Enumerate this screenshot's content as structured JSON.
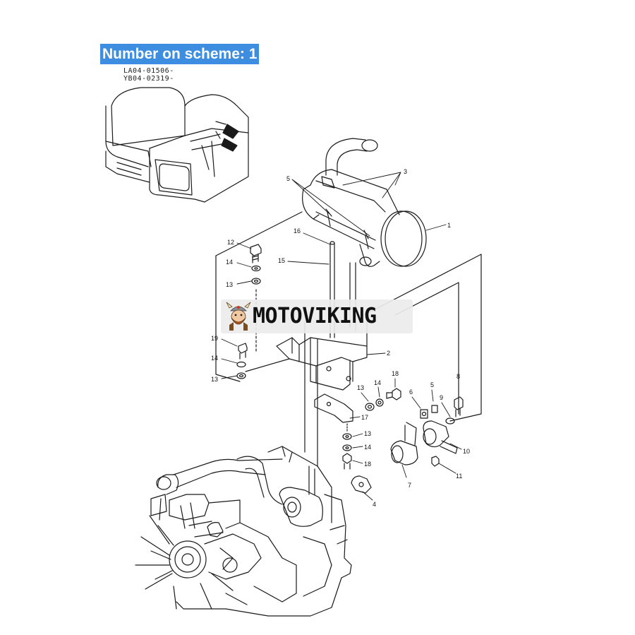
{
  "header": {
    "banner": "Number on scheme: 1",
    "serials": [
      "LA04-01506-",
      "YB04-02319-"
    ]
  },
  "callouts": [
    {
      "id": "c3",
      "text": "3"
    },
    {
      "id": "c5top",
      "text": "5"
    },
    {
      "id": "c1",
      "text": "1"
    },
    {
      "id": "c16",
      "text": "16"
    },
    {
      "id": "c12",
      "text": "12"
    },
    {
      "id": "c15",
      "text": "15"
    },
    {
      "id": "c14a",
      "text": "14"
    },
    {
      "id": "c13a",
      "text": "13"
    },
    {
      "id": "c19",
      "text": "19"
    },
    {
      "id": "c14b",
      "text": "14"
    },
    {
      "id": "c13b",
      "text": "13"
    },
    {
      "id": "c2",
      "text": "2"
    },
    {
      "id": "c18a",
      "text": "18"
    },
    {
      "id": "c13c",
      "text": "13"
    },
    {
      "id": "c14c",
      "text": "14"
    },
    {
      "id": "c8",
      "text": "8"
    },
    {
      "id": "c5b",
      "text": "5"
    },
    {
      "id": "c6",
      "text": "6"
    },
    {
      "id": "c9",
      "text": "9"
    },
    {
      "id": "c17",
      "text": "17"
    },
    {
      "id": "c13d",
      "text": "13"
    },
    {
      "id": "c14d",
      "text": "14"
    },
    {
      "id": "c18b",
      "text": "18"
    },
    {
      "id": "c10",
      "text": "10"
    },
    {
      "id": "c7",
      "text": "7"
    },
    {
      "id": "c11",
      "text": "11"
    },
    {
      "id": "c4",
      "text": "4"
    }
  ],
  "watermark": {
    "brand": "MOTOVIKING",
    "logo_icon": "viking-mascot-icon",
    "text_color": "#111111",
    "background": "#ececec"
  },
  "colors": {
    "banner_bg": "#3d8ee0",
    "banner_text": "#ffffff",
    "line_art": "#1a1a1a"
  }
}
